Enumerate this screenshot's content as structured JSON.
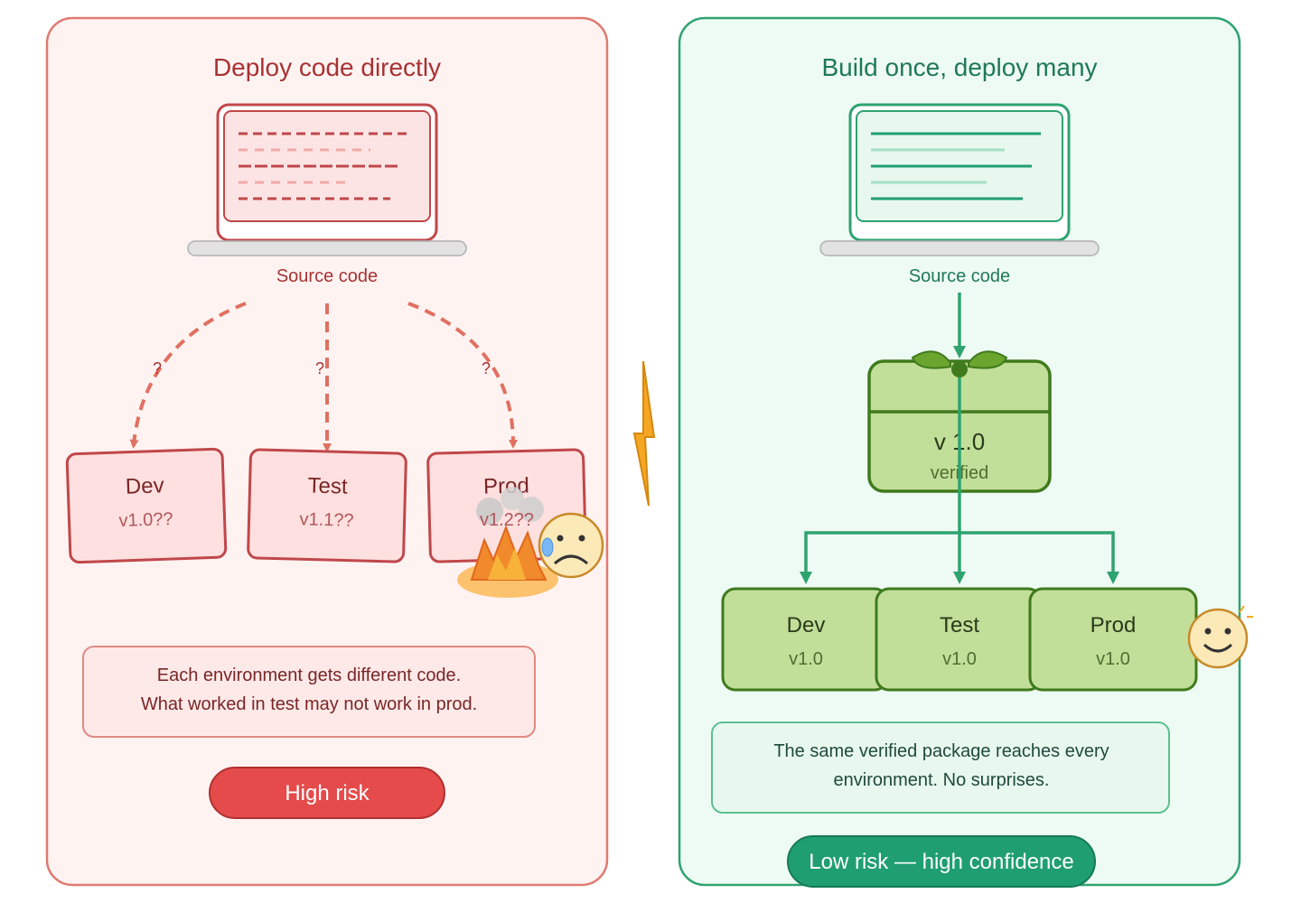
{
  "left": {
    "title": "Deploy code directly",
    "source_label": "Source code",
    "question_marks": [
      "?",
      "?",
      "?"
    ],
    "environments": [
      {
        "name": "Dev",
        "version": "v1.0??"
      },
      {
        "name": "Test",
        "version": "v1.1??"
      },
      {
        "name": "Prod",
        "version": "v1.2??"
      }
    ],
    "note_line1": "Each environment gets different code.",
    "note_line2": "What worked in test may not work in prod.",
    "badge": "High risk",
    "colors": {
      "border": "#e07a70",
      "panel_bg": "#fff3f2",
      "text": "#a83232",
      "badge": "#e54b4b"
    }
  },
  "right": {
    "title": "Build once, deploy many",
    "source_label": "Source code",
    "package_version": "v 1.0",
    "package_status": "verified",
    "environments": [
      {
        "name": "Dev",
        "version": "v1.0"
      },
      {
        "name": "Test",
        "version": "v1.0"
      },
      {
        "name": "Prod",
        "version": "v1.0"
      }
    ],
    "note_line1": "The same verified package reaches every",
    "note_line2": "environment. No surprises.",
    "badge": "Low risk — high confidence",
    "colors": {
      "border": "#2ea36f",
      "panel_bg": "#eefaf4",
      "text": "#1e7a55",
      "package": "#c2df9a",
      "package_border": "#3f7a1c",
      "badge": "#1f9e72"
    }
  },
  "icons": {
    "divider": "lightning-bolt-icon",
    "sad_face": "sad-face-icon",
    "happy_face": "smiley-face-icon",
    "fire": "fire-icon",
    "smoke": "smoke-icon"
  }
}
